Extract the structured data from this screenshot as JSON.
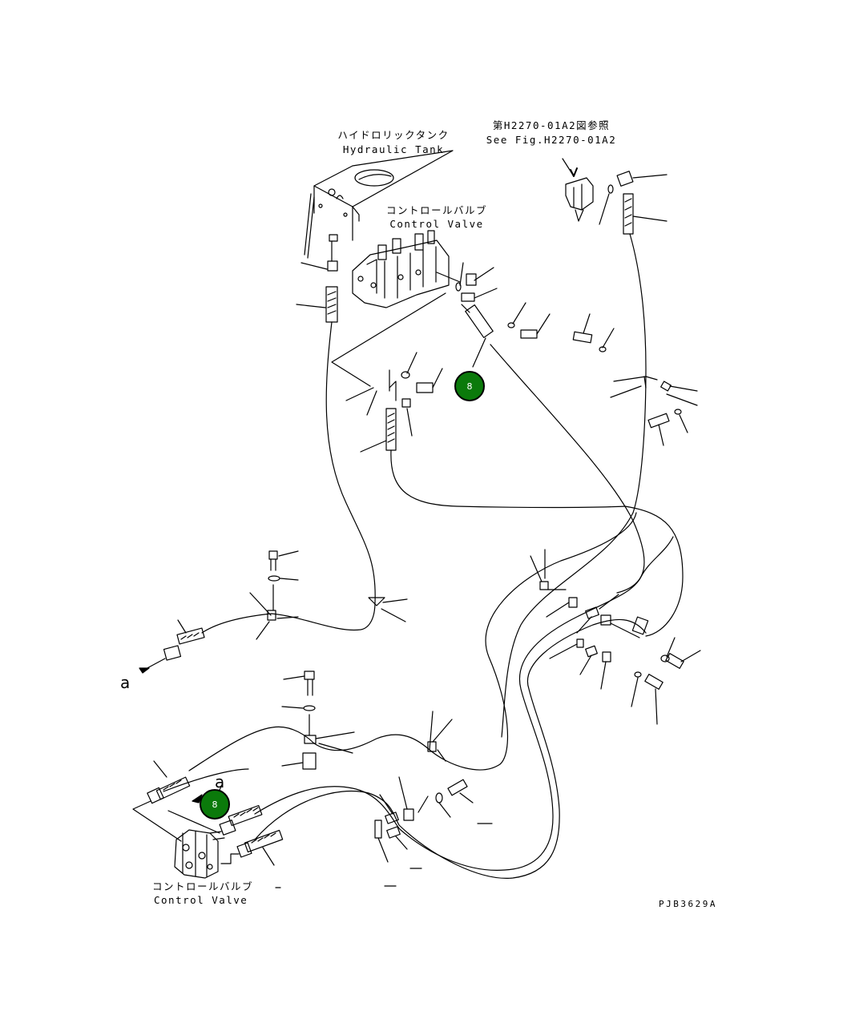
{
  "labels": {
    "hydraulic_tank_jp": "ハイドロリックタンク",
    "hydraulic_tank_en": "Hydraulic Tank",
    "control_valve_top_jp": "コントロールバルブ",
    "control_valve_top_en": "Control Valve",
    "ref_fig_jp": "第H2270-01A2図参照",
    "ref_fig_en": "See Fig.H2270-01A2",
    "control_valve_bottom_jp": "コントロールバルブ",
    "control_valve_bottom_en": "Control Valve",
    "arrow_a_left": "a",
    "arrow_a_bottom": "a",
    "drawing_code": "PJB3629A"
  },
  "markers": [
    {
      "text": "8"
    },
    {
      "text": "8"
    }
  ],
  "colors": {
    "marker_fill": "#0b7a0b",
    "line": "#000000"
  }
}
